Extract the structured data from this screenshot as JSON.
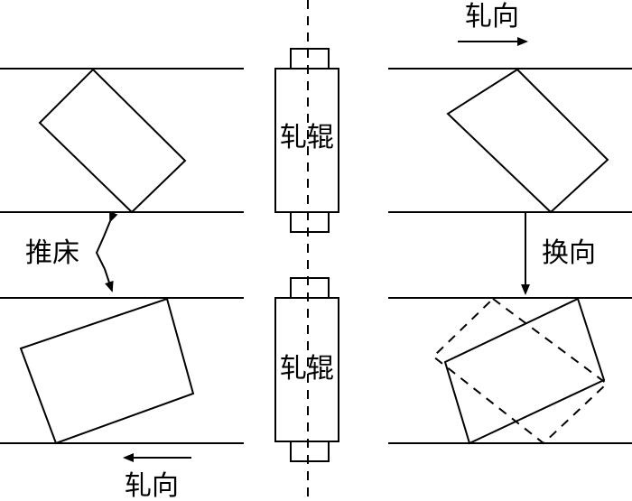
{
  "labels": {
    "roll_top": "轧辊",
    "roll_bottom": "轧辊",
    "direction_top": "轧向",
    "direction_bottom": "轧向",
    "push_bed": "推床",
    "turn": "换向"
  },
  "colors": {
    "line": "#000000",
    "background": "#ffffff"
  }
}
